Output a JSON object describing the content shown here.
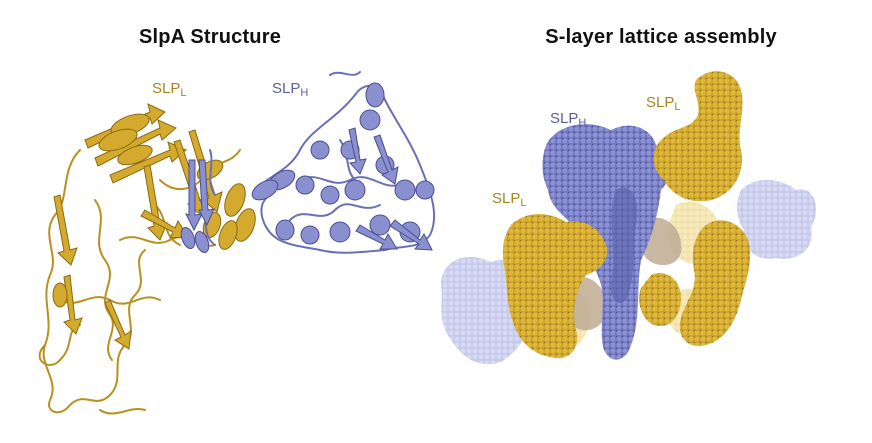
{
  "panels": {
    "left": {
      "title": "SlpA Structure",
      "labels": {
        "slpl": {
          "main": "SLP",
          "sub": "L"
        },
        "slph": {
          "main": "SLP",
          "sub": "H"
        }
      }
    },
    "right": {
      "title": "S-layer lattice assembly",
      "labels": {
        "slph": {
          "main": "SLP",
          "sub": "H"
        },
        "slpl_top": {
          "main": "SLP",
          "sub": "L"
        },
        "slpl_left": {
          "main": "SLP",
          "sub": "L"
        }
      }
    }
  },
  "colors": {
    "slpl_gold": "#c9a02a",
    "slpl_dark": "#8a6a10",
    "slph_blue": "#7b80c4",
    "slph_dark": "#4a4f8e",
    "background_protein": "#b9bde6"
  }
}
